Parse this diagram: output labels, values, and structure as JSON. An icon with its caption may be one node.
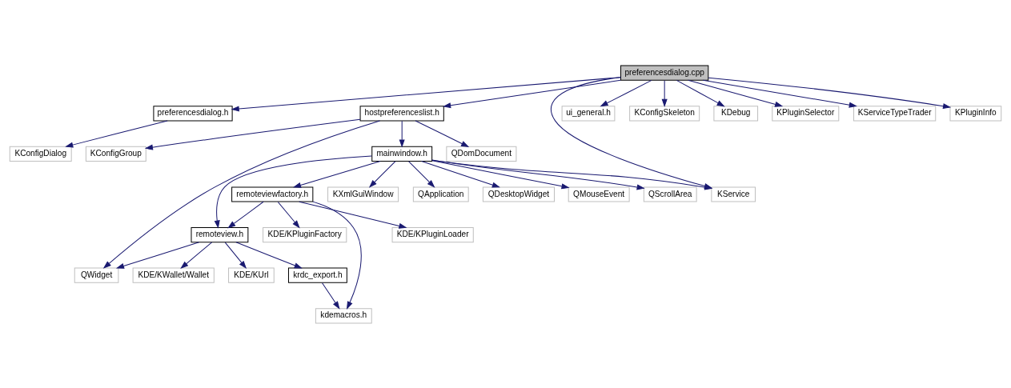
{
  "diagram": {
    "nodes": [
      {
        "text": [
          "preferencesdialog.cpp"
        ]
      },
      {
        "text": [
          "preferencesdialog.h"
        ]
      },
      {
        "text": [
          "hostpreferenceslist.h"
        ]
      },
      {
        "text": [
          "ui_general.h"
        ]
      },
      {
        "text": [
          "KConfigSkeleton"
        ]
      },
      {
        "text": [
          "KDebug"
        ]
      },
      {
        "text": [
          "KPluginSelector"
        ]
      },
      {
        "text": [
          "KServiceTypeTrader"
        ]
      },
      {
        "text": [
          "KPluginInfo"
        ]
      },
      {
        "text": [
          "KConfigDialog"
        ]
      },
      {
        "text": [
          "KConfigGroup"
        ]
      },
      {
        "text": [
          "QDomDocument"
        ]
      },
      {
        "text": [
          "mainwindow.h"
        ]
      },
      {
        "text": [
          "KService"
        ]
      },
      {
        "text": [
          "QScrollArea"
        ]
      },
      {
        "text": [
          "remoteviewfactory.h"
        ]
      },
      {
        "text": [
          "KXmlGuiWindow"
        ]
      },
      {
        "text": [
          "QApplication"
        ]
      },
      {
        "text": [
          "QDesktopWidget"
        ]
      },
      {
        "text": [
          "QMouseEvent"
        ]
      },
      {
        "text": [
          "remoteview.h"
        ]
      },
      {
        "text": [
          "KDE/KPluginLoader"
        ]
      },
      {
        "text": [
          "KDE/KPluginFactory"
        ]
      },
      {
        "text": [
          "QWidget"
        ]
      },
      {
        "text": [
          "krdc_export.h"
        ]
      },
      {
        "text": [
          "KDE/KWallet/Wallet"
        ]
      },
      {
        "text": [
          "KDE/KUrl"
        ]
      },
      {
        "text": [
          "kdemacros.h"
        ]
      }
    ],
    "edges": [
      {
        "from": 0,
        "to": 1,
        "arrow": "to"
      },
      {
        "from": 0,
        "to": 2,
        "arrow": "to"
      },
      {
        "from": 0,
        "to": 3,
        "arrow": "to"
      },
      {
        "from": 0,
        "to": 4,
        "arrow": "to"
      },
      {
        "from": 0,
        "to": 5,
        "arrow": "to"
      },
      {
        "from": 0,
        "to": 6,
        "arrow": "to"
      },
      {
        "from": 0,
        "to": 7,
        "arrow": "to"
      },
      {
        "from": 0,
        "to": 8,
        "arrow": "to"
      },
      {
        "from": 0,
        "to": 13,
        "arrow": "to"
      },
      {
        "from": 1,
        "to": 9,
        "arrow": "to"
      },
      {
        "from": 2,
        "to": 23,
        "arrow": "to"
      },
      {
        "from": 2,
        "to": 10,
        "arrow": "to"
      },
      {
        "from": 2,
        "to": 11,
        "arrow": "to"
      },
      {
        "from": 2,
        "to": 12,
        "arrow": "to"
      },
      {
        "from": 12,
        "to": 13,
        "arrow": "to"
      },
      {
        "from": 12,
        "to": 14,
        "arrow": "to"
      },
      {
        "from": 12,
        "to": 20,
        "arrow": "to"
      },
      {
        "from": 12,
        "to": 15,
        "arrow": "to"
      },
      {
        "from": 12,
        "to": 16,
        "arrow": "to"
      },
      {
        "from": 12,
        "to": 17,
        "arrow": "to"
      },
      {
        "from": 12,
        "to": 18,
        "arrow": "to"
      },
      {
        "from": 12,
        "to": 19,
        "arrow": "to"
      },
      {
        "from": 15,
        "to": 20,
        "arrow": "to"
      },
      {
        "from": 15,
        "to": 21,
        "arrow": "to"
      },
      {
        "from": 15,
        "to": 22,
        "arrow": "to"
      },
      {
        "from": 15,
        "to": 27,
        "arrow": "to"
      },
      {
        "from": 20,
        "to": 23,
        "arrow": "to"
      },
      {
        "from": 20,
        "to": 24,
        "arrow": "to"
      },
      {
        "from": 20,
        "to": 25,
        "arrow": "to"
      },
      {
        "from": 20,
        "to": 26,
        "arrow": "to"
      },
      {
        "from": 24,
        "to": 27,
        "arrow": "to"
      }
    ]
  }
}
